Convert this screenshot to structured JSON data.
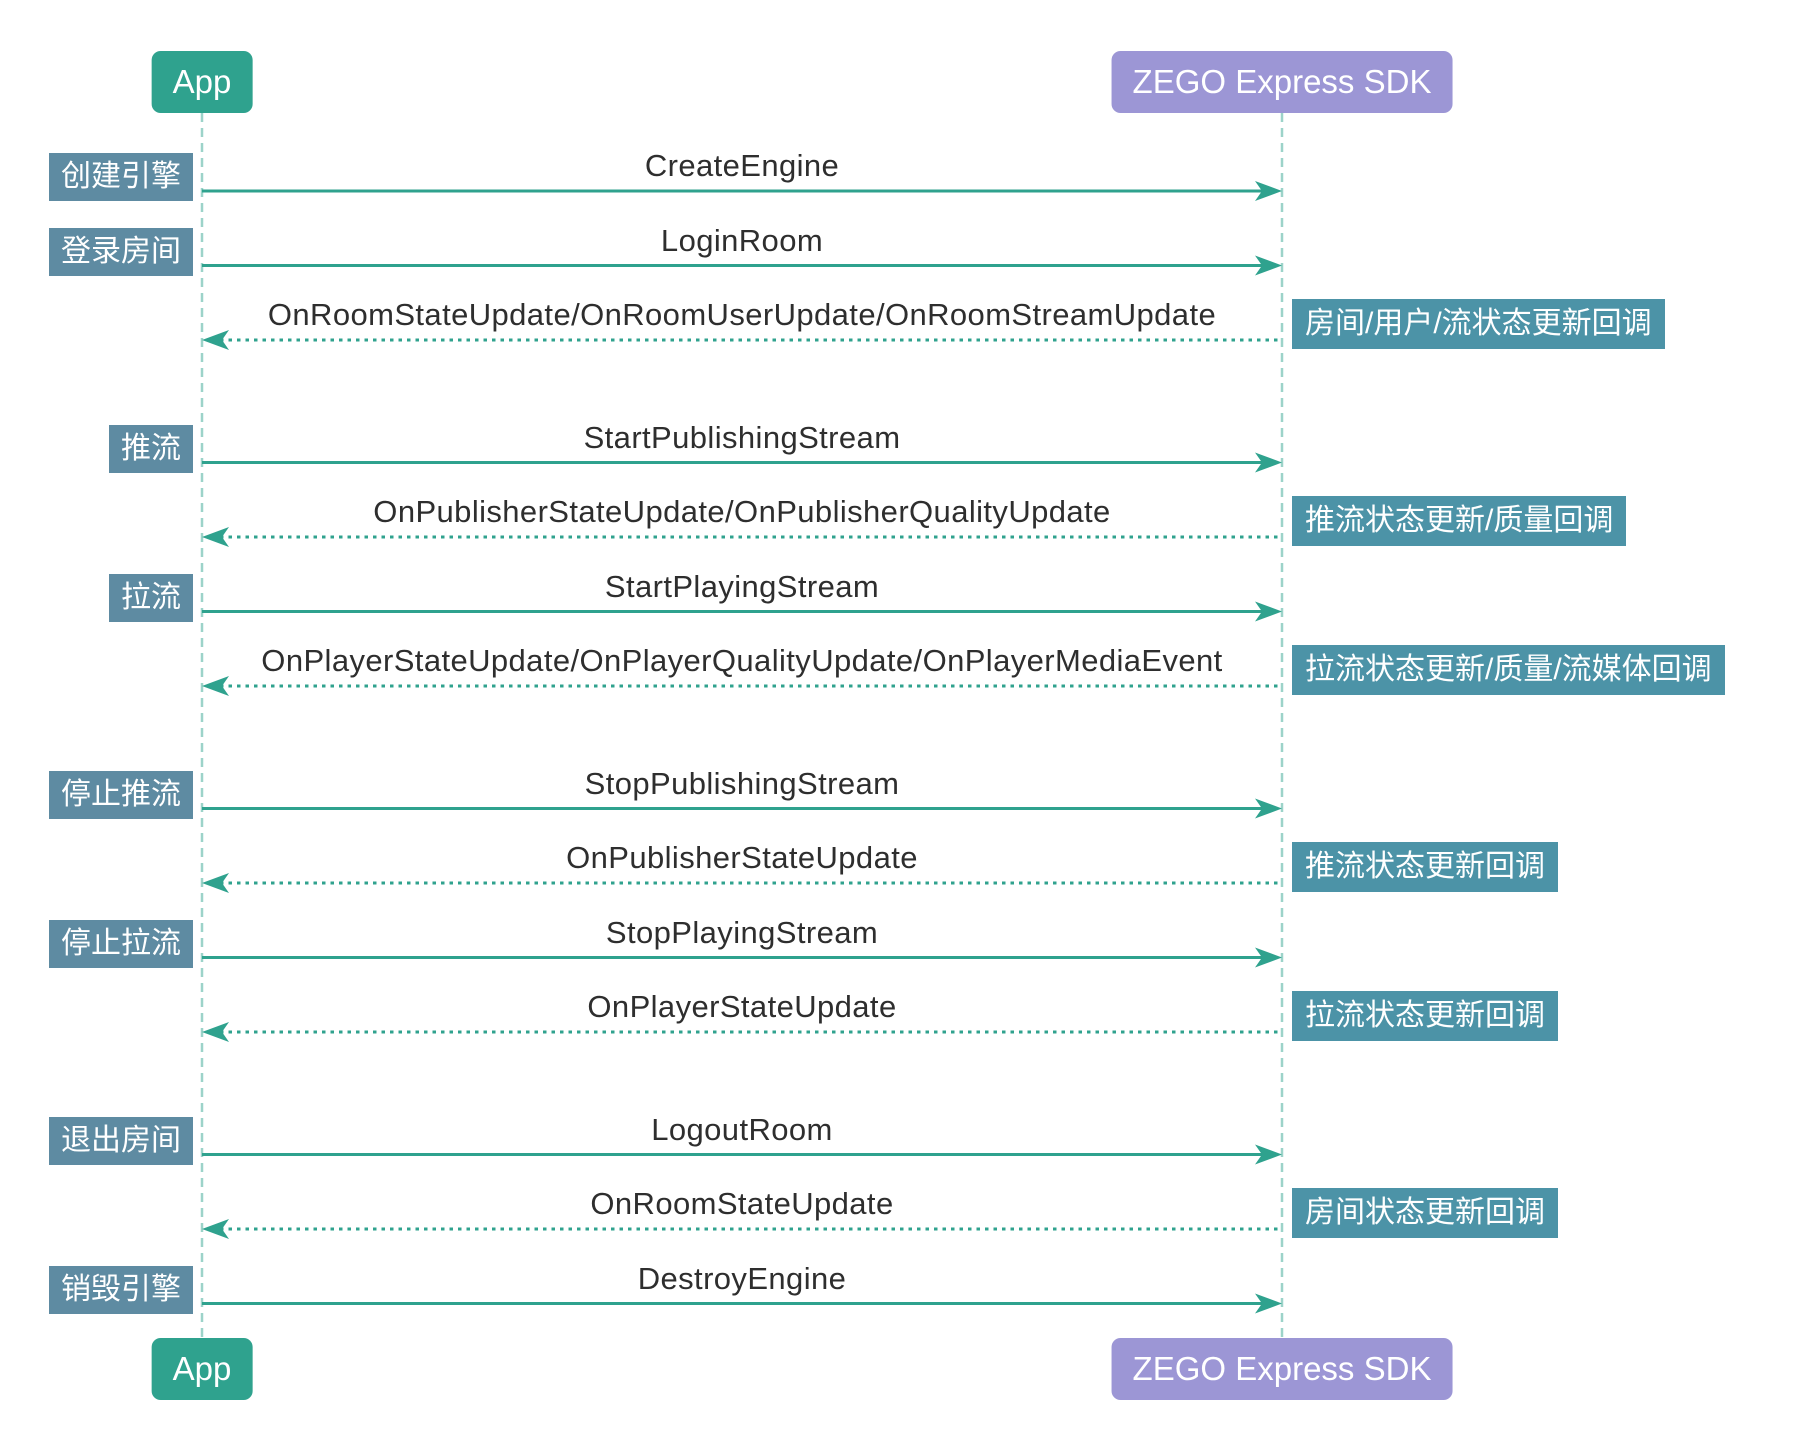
{
  "diagram": {
    "participants": [
      {
        "id": "app",
        "label": "App"
      },
      {
        "id": "sdk",
        "label": "ZEGO Express SDK"
      }
    ],
    "messages": [
      {
        "from": "app",
        "to": "sdk",
        "style": "solid",
        "label": "CreateEngine",
        "left_label": "创建引擎",
        "right_label": ""
      },
      {
        "from": "app",
        "to": "sdk",
        "style": "solid",
        "label": "LoginRoom",
        "left_label": "登录房间",
        "right_label": ""
      },
      {
        "from": "sdk",
        "to": "app",
        "style": "dotted",
        "label": "OnRoomStateUpdate/OnRoomUserUpdate/OnRoomStreamUpdate",
        "left_label": "",
        "right_label": "房间/用户/流状态更新回调"
      },
      {
        "from": "app",
        "to": "sdk",
        "style": "solid",
        "label": "StartPublishingStream",
        "left_label": "推流",
        "right_label": "",
        "section_start": true
      },
      {
        "from": "sdk",
        "to": "app",
        "style": "dotted",
        "label": "OnPublisherStateUpdate/OnPublisherQualityUpdate",
        "left_label": "",
        "right_label": "推流状态更新/质量回调"
      },
      {
        "from": "app",
        "to": "sdk",
        "style": "solid",
        "label": "StartPlayingStream",
        "left_label": "拉流",
        "right_label": ""
      },
      {
        "from": "sdk",
        "to": "app",
        "style": "dotted",
        "label": "OnPlayerStateUpdate/OnPlayerQualityUpdate/OnPlayerMediaEvent",
        "left_label": "",
        "right_label": "拉流状态更新/质量/流媒体回调"
      },
      {
        "from": "app",
        "to": "sdk",
        "style": "solid",
        "label": "StopPublishingStream",
        "left_label": "停止推流",
        "right_label": "",
        "section_start": true
      },
      {
        "from": "sdk",
        "to": "app",
        "style": "dotted",
        "label": "OnPublisherStateUpdate",
        "left_label": "",
        "right_label": "推流状态更新回调"
      },
      {
        "from": "app",
        "to": "sdk",
        "style": "solid",
        "label": "StopPlayingStream",
        "left_label": "停止拉流",
        "right_label": ""
      },
      {
        "from": "sdk",
        "to": "app",
        "style": "dotted",
        "label": "OnPlayerStateUpdate",
        "left_label": "",
        "right_label": "拉流状态更新回调"
      },
      {
        "from": "app",
        "to": "sdk",
        "style": "solid",
        "label": "LogoutRoom",
        "left_label": "退出房间",
        "right_label": "",
        "section_start": true
      },
      {
        "from": "sdk",
        "to": "app",
        "style": "dotted",
        "label": "OnRoomStateUpdate",
        "left_label": "",
        "right_label": "房间状态更新回调"
      },
      {
        "from": "app",
        "to": "sdk",
        "style": "solid",
        "label": "DestroyEngine",
        "left_label": "销毁引擎",
        "right_label": ""
      }
    ],
    "colors": {
      "background": "#FFFFFF",
      "app_box": "#2FA28E",
      "sdk_box": "#9C96D5",
      "left_label_bg": "#5E8BA2",
      "right_label_bg": "#4C93A7",
      "arrow": "#2FA28E",
      "lifeline": "#9CD3C9",
      "message_text": "#2E2E2E",
      "label_text": "#FFFFFF"
    }
  }
}
